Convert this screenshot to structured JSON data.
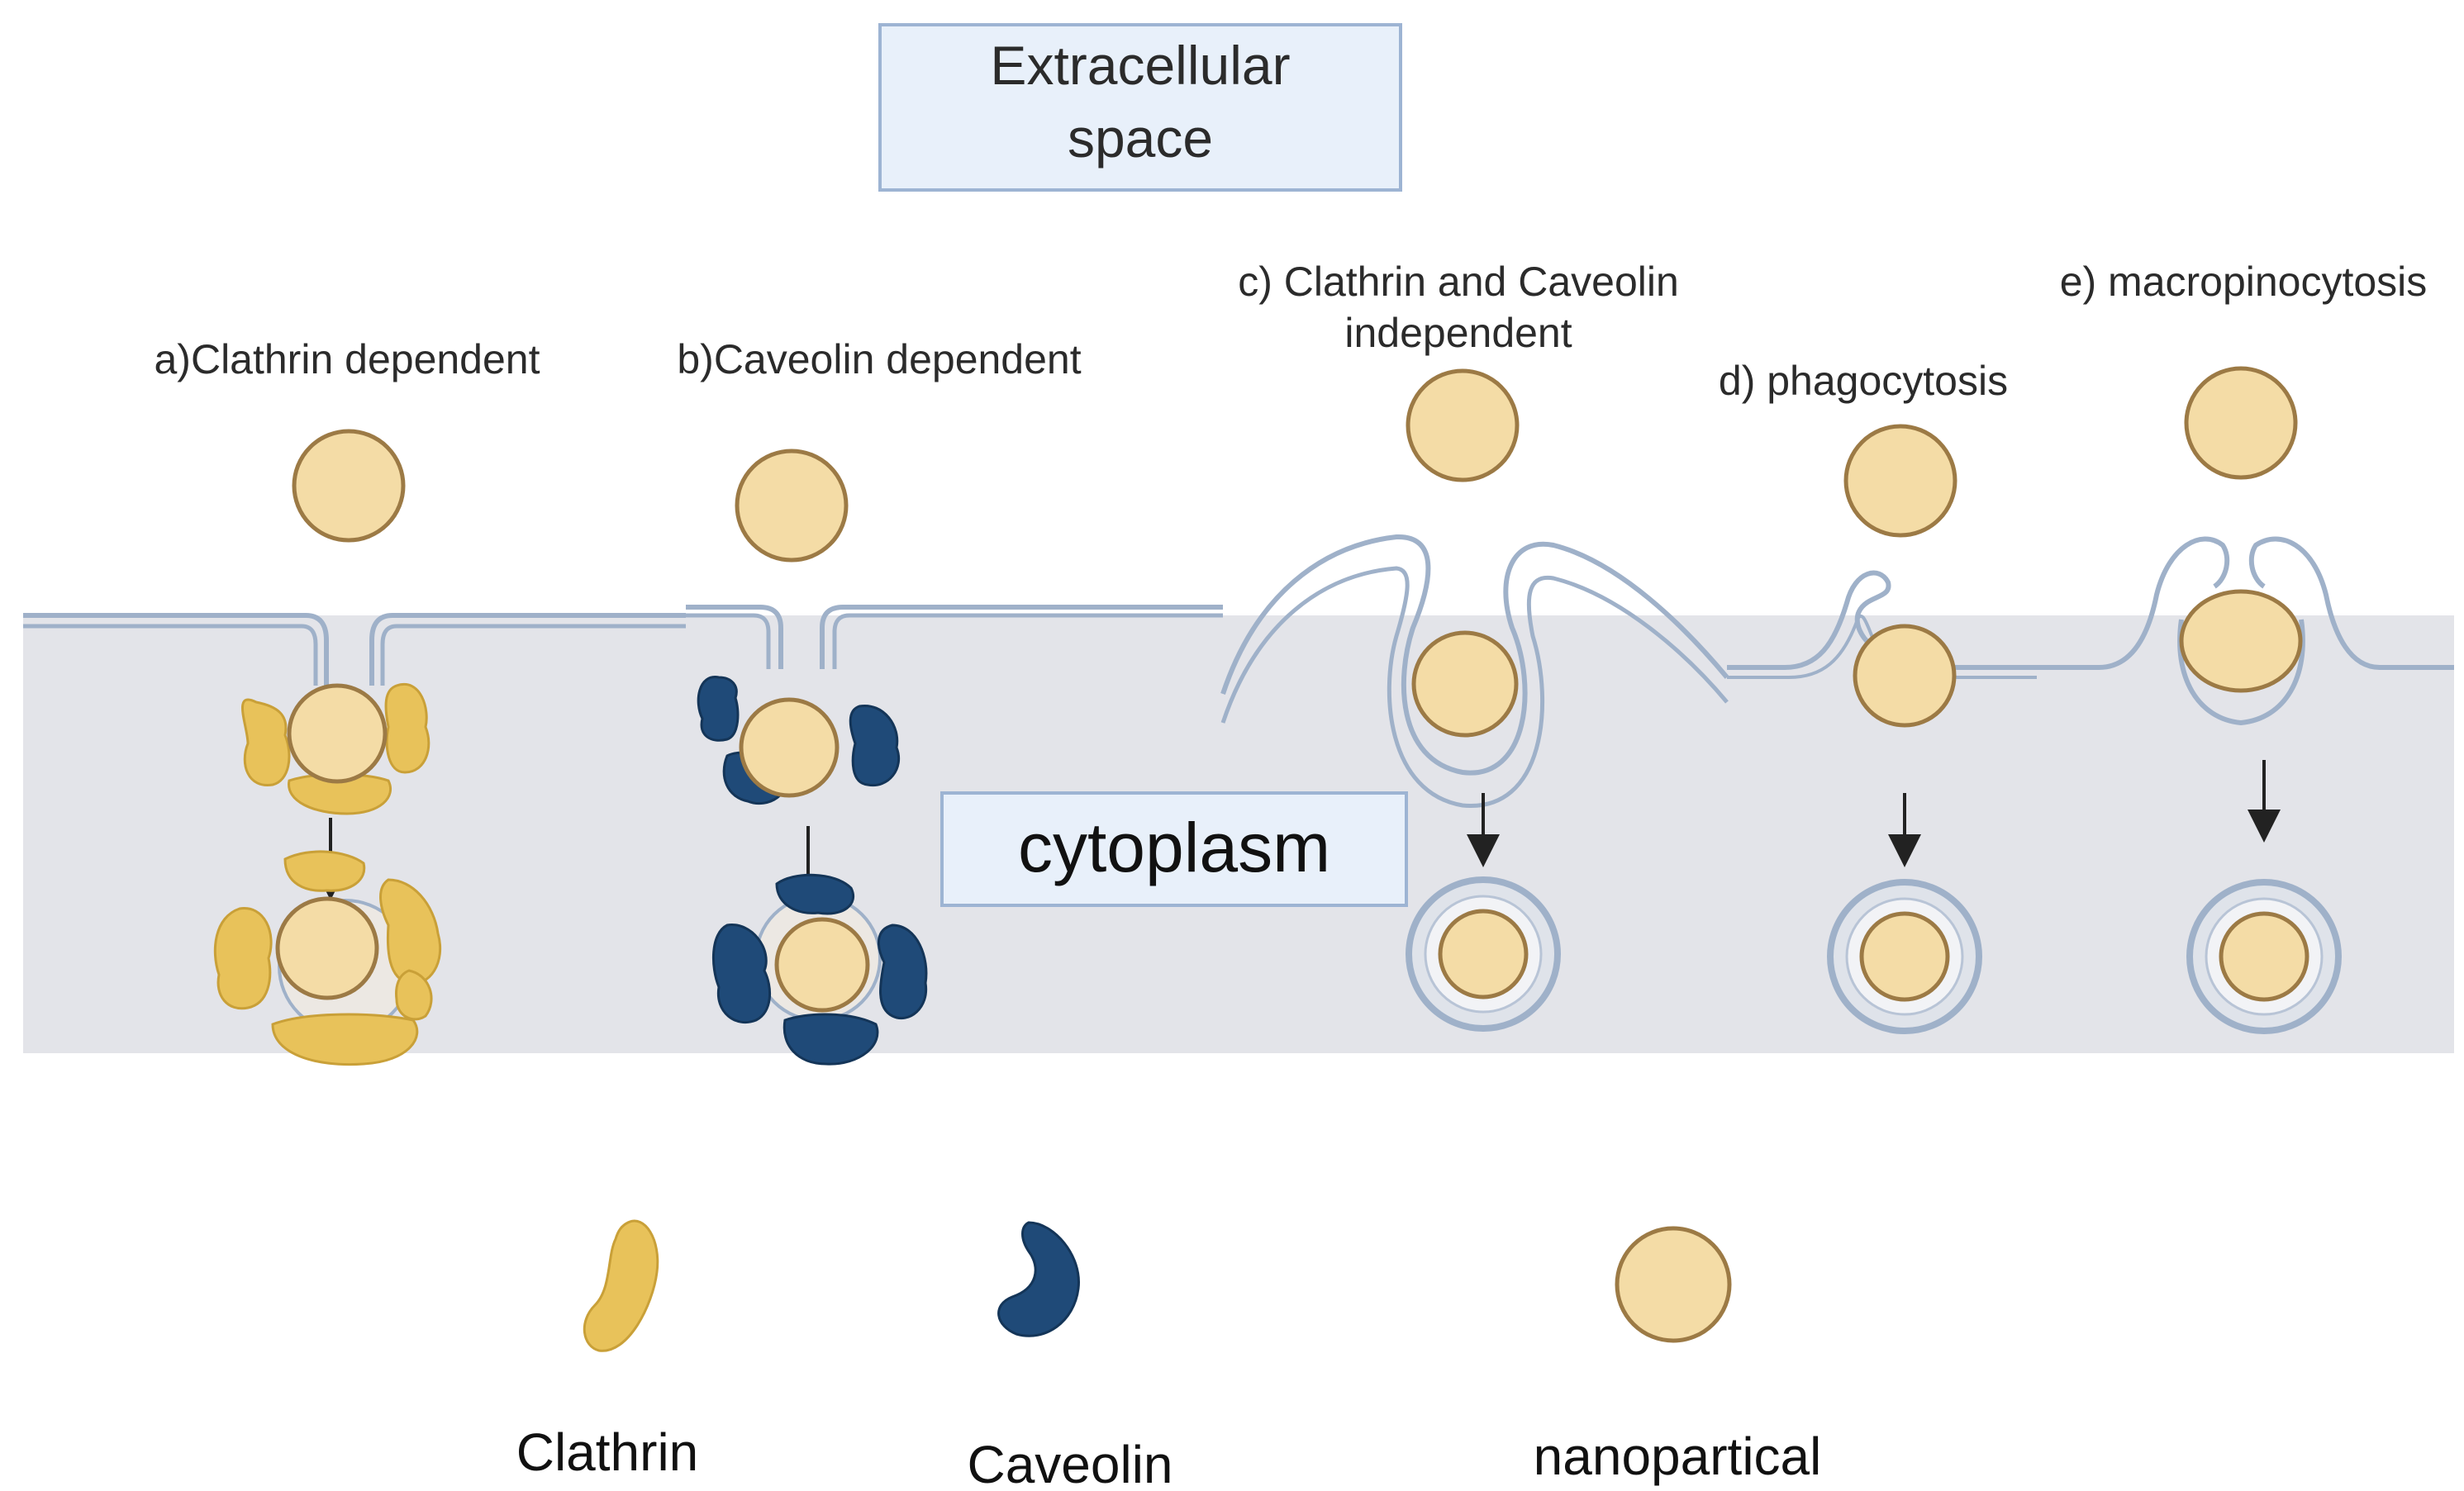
{
  "colors": {
    "cytoplasm": "#e3e4e9",
    "membrane_fill": "#e9edf5",
    "membrane_stroke": "#9fb1c9",
    "nanoparticle_fill": "#f4dca6",
    "nanoparticle_stroke": "#9c7a45",
    "clathrin": "#e8c25a",
    "clathrin_stroke": "#c9a038",
    "caveolin": "#1f4a78",
    "caveolin_stroke": "#143558",
    "box_fill": "#e8f0fa",
    "box_stroke": "#9db4d3",
    "arrow": "#222222"
  },
  "regions": {
    "extracellular": "Extracellular space",
    "extracellular_lines": [
      "Extracellular",
      "space"
    ],
    "cytoplasm": "cytoplasm"
  },
  "pathways": [
    {
      "id": "a",
      "label": "a)Clathrin dependent"
    },
    {
      "id": "b",
      "label": "b)Caveolin dependent"
    },
    {
      "id": "c",
      "label": "c) Clathrin and Caveolin independent",
      "label_lines": [
        "c) Clathrin and Caveolin",
        "independent"
      ]
    },
    {
      "id": "d",
      "label": "d) phagocytosis"
    },
    {
      "id": "e",
      "label": "e) macropinocytosis"
    }
  ],
  "legend": [
    {
      "label": "Clathrin",
      "icon": "clathrin-icon"
    },
    {
      "label": "Caveolin",
      "icon": "caveolin-icon"
    },
    {
      "label": "nanopartical",
      "icon": "nanoparticle-icon"
    }
  ]
}
